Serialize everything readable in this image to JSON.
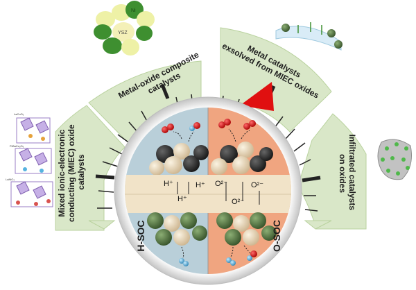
{
  "arc_segments": [
    {
      "id": "miec",
      "lines": [
        "Mixed ionic-electronic",
        "conducting (MIEC) oxide",
        "catalysts"
      ]
    },
    {
      "id": "composite",
      "lines": [
        "Metal-oxide composite",
        "catalysts"
      ]
    },
    {
      "id": "exsolved",
      "lines": [
        "Metal catalysts",
        "exsolved from MIEC oxides"
      ]
    },
    {
      "id": "infiltrated",
      "lines": [
        "Infiltrated catalysts",
        "on oxides"
      ]
    }
  ],
  "center": {
    "left_label": "H-SOC",
    "right_label": "O-SOC",
    "left_ions": [
      "H⁺",
      "H⁺",
      "H⁺"
    ],
    "right_ions": [
      "O²⁻",
      "O²⁻",
      "O²⁻"
    ]
  },
  "particle_labels": {
    "ni": "Ni",
    "ysz": "YSZ"
  },
  "crystal_labels": [
    "LaCoO₃",
    "PrBaCo₂O₆",
    "LaNiO₄"
  ],
  "colors": {
    "arc_fill": "#d9e7c8",
    "arc_stroke": "#b9d29e",
    "h_side": "#b9cfd9",
    "o_side": "#f0a580",
    "electrolyte": "#f1e3c8",
    "pointer": "#e01010"
  }
}
